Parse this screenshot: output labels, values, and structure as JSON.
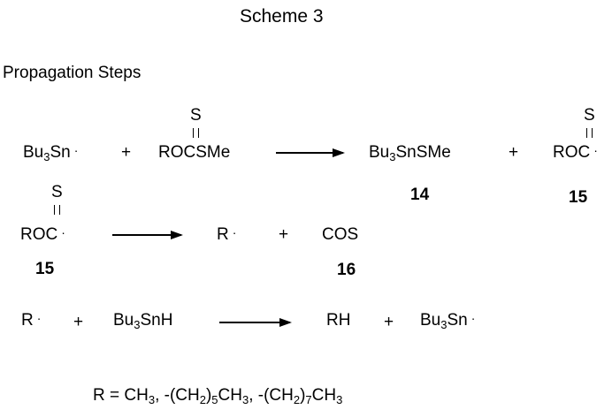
{
  "title": "Scheme 3",
  "section_label": "Propagation Steps",
  "reaction1": {
    "reactant1": {
      "base": "Bu",
      "sub": "3",
      "rest": "Sn",
      "radical": "·"
    },
    "plus1": "+",
    "reactant2": {
      "text": "ROCSMe",
      "double_bond_atom": "S"
    },
    "product1": {
      "base": "Bu",
      "sub": "3",
      "rest": "SnSMe",
      "label": "14"
    },
    "plus2": "+",
    "product2": {
      "text": "ROC",
      "double_bond_atom": "S",
      "radical": "·",
      "label": "15"
    }
  },
  "reaction2": {
    "reactant": {
      "text": "ROC",
      "double_bond_atom": "S",
      "radical": "·",
      "label": "15"
    },
    "product1": {
      "text": "R",
      "radical": "·"
    },
    "plus": "+",
    "product2": {
      "text": "COS",
      "label": "16"
    }
  },
  "reaction3": {
    "reactant1": {
      "text": "R",
      "radical": "·"
    },
    "plus1": "+",
    "reactant2": {
      "base": "Bu",
      "sub": "3",
      "rest": "SnH"
    },
    "product1": {
      "text": "RH"
    },
    "plus2": "+",
    "product2": {
      "base": "Bu",
      "sub": "3",
      "rest": "Sn",
      "radical": "·"
    }
  },
  "footnote": {
    "parts": [
      "R = CH",
      "3",
      ", -(CH",
      "2",
      ")",
      "5",
      "CH",
      "3",
      ", -(CH",
      "2",
      ")",
      "7",
      "CH",
      "3"
    ]
  }
}
